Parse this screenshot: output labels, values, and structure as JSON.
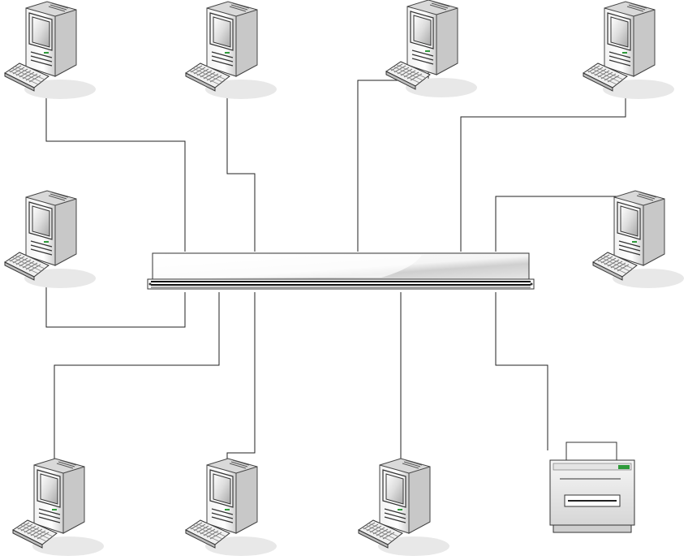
{
  "diagram": {
    "type": "network-topology",
    "hub": {
      "icon": "network-switch-icon"
    },
    "nodes": [
      {
        "id": "pc-top-1",
        "icon": "computer-icon"
      },
      {
        "id": "pc-top-2",
        "icon": "computer-icon"
      },
      {
        "id": "pc-top-3",
        "icon": "computer-icon"
      },
      {
        "id": "pc-top-4",
        "icon": "computer-icon"
      },
      {
        "id": "pc-mid-left",
        "icon": "computer-icon"
      },
      {
        "id": "pc-mid-right",
        "icon": "computer-icon"
      },
      {
        "id": "pc-bottom-1",
        "icon": "computer-icon"
      },
      {
        "id": "pc-bottom-2",
        "icon": "computer-icon"
      },
      {
        "id": "pc-bottom-3",
        "icon": "computer-icon"
      },
      {
        "id": "printer",
        "icon": "printer-icon"
      }
    ],
    "links": [
      {
        "from": "pc-top-1",
        "to": "hub"
      },
      {
        "from": "pc-top-2",
        "to": "hub"
      },
      {
        "from": "pc-top-3",
        "to": "hub"
      },
      {
        "from": "pc-top-4",
        "to": "hub"
      },
      {
        "from": "pc-mid-left",
        "to": "hub"
      },
      {
        "from": "pc-mid-right",
        "to": "hub"
      },
      {
        "from": "pc-bottom-1",
        "to": "hub"
      },
      {
        "from": "pc-bottom-2",
        "to": "hub"
      },
      {
        "from": "pc-bottom-3",
        "to": "hub"
      },
      {
        "from": "printer",
        "to": "hub"
      }
    ]
  }
}
